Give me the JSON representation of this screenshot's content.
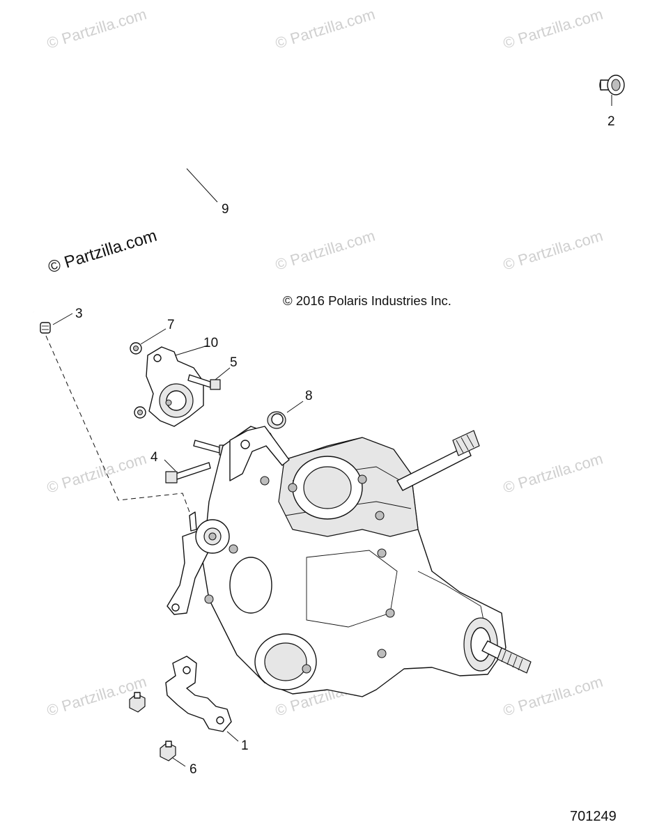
{
  "copyright": "© 2016 Polaris Industries Inc.",
  "diagram_code": "701249",
  "watermark_text": "© Partzilla.com",
  "callouts": [
    {
      "id": "c1",
      "label": "1"
    },
    {
      "id": "c2",
      "label": "2"
    },
    {
      "id": "c3",
      "label": "3"
    },
    {
      "id": "c4",
      "label": "4"
    },
    {
      "id": "c5",
      "label": "5"
    },
    {
      "id": "c6",
      "label": "6"
    },
    {
      "id": "c7",
      "label": "7"
    },
    {
      "id": "c8",
      "label": "8"
    },
    {
      "id": "c9",
      "label": "9"
    },
    {
      "id": "c10",
      "label": "10"
    }
  ],
  "colors": {
    "line": "#111111",
    "watermark": "#cfcfcf",
    "background": "#ffffff"
  }
}
